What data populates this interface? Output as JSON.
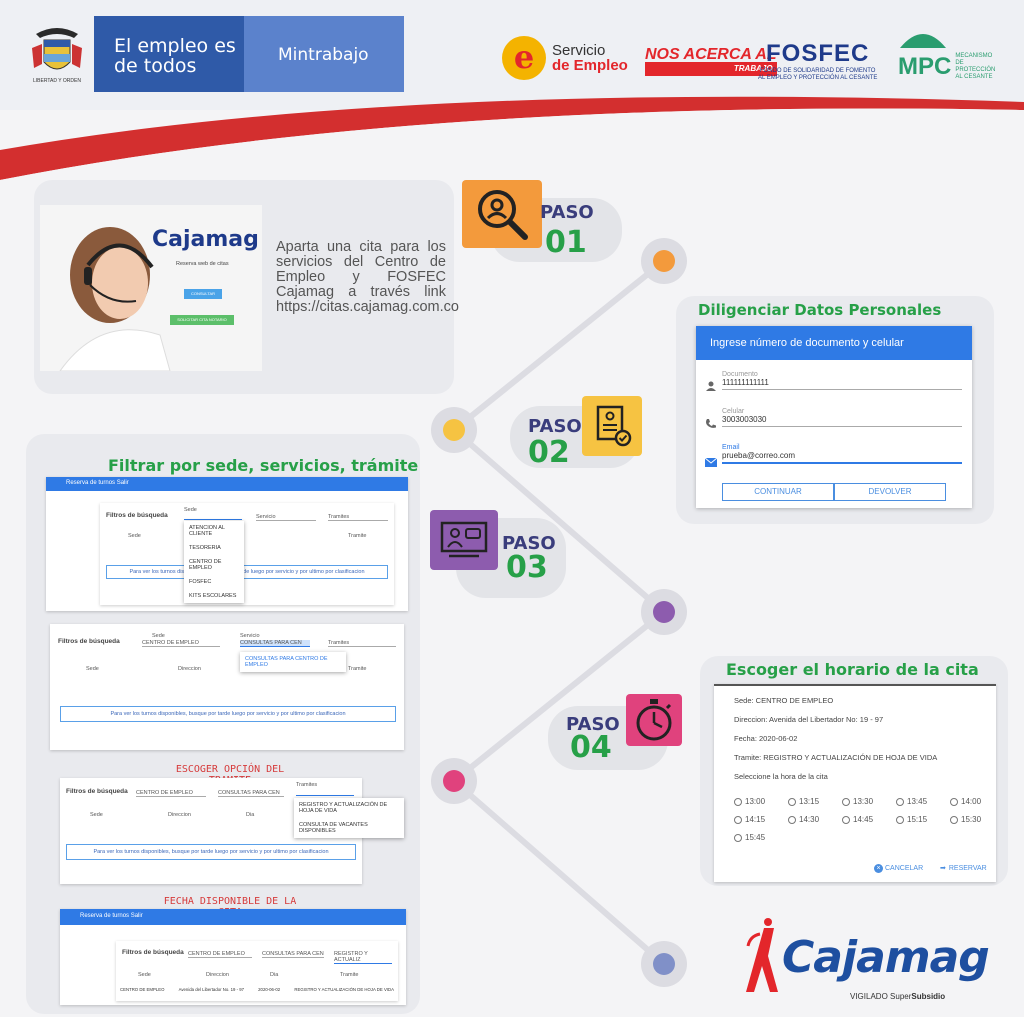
{
  "header": {
    "gov_left": "El empleo es de todos",
    "gov_right": "Mintrabajo",
    "servicio_empleo": {
      "line1": "Servicio",
      "line2": "de Empleo",
      "letter": "e"
    },
    "nos_acerca": {
      "line1": "NOS ACERCA AL",
      "line2": "TRABAJO"
    },
    "fosfec": {
      "name": "FOSFEC",
      "sub1": "FONDO DE SOLIDARIDAD DE FOMENTO",
      "sub2": "AL EMPLEO Y PROTECCIÓN AL CESANTE"
    },
    "mpc": {
      "name": "MPC",
      "sub": "MECANISMO DE PROTECCIÓN AL CESANTE"
    }
  },
  "step1": {
    "paso": "PASO",
    "num": "01",
    "text": "Aparta una cita para los servicios del Centro de Empleo y FOSFEC Cajamag a través link https://citas.cajamag.com.co",
    "photo": {
      "brand": "Cajamag",
      "subtitle": "Reserva web de citas",
      "btn1": "CONSULTAR",
      "btn2": "SOLICITAR CITA NOTARIO"
    }
  },
  "step2": {
    "paso": "PASO",
    "num": "02",
    "title": "Diligenciar Datos Personales",
    "form": {
      "header": "Ingrese número de documento y celular",
      "doc_label": "Documento",
      "doc_value": "111111111111",
      "cel_label": "Celular",
      "cel_value": "3003003030",
      "email_label": "Email",
      "email_value": "prueba@correo.com",
      "btn_continue": "CONTINUAR",
      "btn_back": "DEVOLVER"
    }
  },
  "step3": {
    "paso": "PASO",
    "num": "03",
    "title": "Filtrar por sede, servicios, trámite",
    "shot1": {
      "bar": "Reserva de turnos Salir",
      "filters_title": "Filtros de búsqueda",
      "sede_label": "Sede",
      "servicio": "Servicio",
      "tramite": "Tramites",
      "options": [
        "ATENCION AL CLIENTE",
        "TESORERIA",
        "CENTRO DE EMPLEO",
        "FOSFEC",
        "KITS ESCOLARES"
      ],
      "col_sede": "Sede",
      "col_tramite": "Tramite",
      "info": "Para ver los turnos disponibles, busque por tarde luego por servicio y por ultimo por clasificacion"
    },
    "shot2": {
      "filters_title": "Filtros de búsqueda",
      "sede_label": "Sede",
      "sede_value": "CENTRO DE EMPLEO",
      "servicio_label": "Servicio",
      "servicio_value": "CONSULTAS PARA CEN",
      "tramite": "Tramites",
      "option": "CONSULTAS PARA CENTRO DE EMPLEO",
      "col_sede": "Sede",
      "col_direccion": "Direccion",
      "col_tramite": "Tramite",
      "info": "Para ver los turnos disponibles, busque por tarde luego por servicio y por ultimo por clasificacion"
    },
    "label3": "ESCOGER OPCIÓN DEL TRAMITE",
    "shot3": {
      "filters_title": "Filtros de búsqueda",
      "sede_value": "CENTRO DE EMPLEO",
      "servicio_value": "CONSULTAS PARA CEN",
      "tramite_label": "Tramites",
      "options": [
        "REGISTRO Y ACTUALIZACIÓN DE HOJA DE VIDA",
        "CONSULTA DE VACANTES DISPONIBLES"
      ],
      "col_sede": "Sede",
      "col_direccion": "Direccion",
      "col_dia": "Dia",
      "info": "Para ver los turnos disponibles, busque por tarde luego por servicio y por ultimo por clasificacion"
    },
    "label4": "FECHA DISPONIBLE DE LA CITA",
    "shot4": {
      "bar": "Reserva de turnos Salir",
      "filters_title": "Filtros de búsqueda",
      "sede_value": "CENTRO DE EMPLEO",
      "servicio_value": "CONSULTAS PARA CEN",
      "tramite_value": "REGISTRO Y ACTUALIZ",
      "col_sede": "Sede",
      "col_direccion": "Direccion",
      "col_dia": "Dia",
      "col_tramite": "Tramite",
      "row": [
        "CENTRO DE EMPLEO",
        "Avenida del Libertador No. 19 - 97",
        "2020-06-02",
        "REGISTRO Y ACTUALIZACIÓN DE HOJA DE VIDA"
      ]
    }
  },
  "step4": {
    "paso": "PASO",
    "num": "04",
    "title": "Escoger el horario de la cita",
    "sede": "Sede: CENTRO DE EMPLEO",
    "direccion": "Direccion: Avenida del Libertador No: 19 - 97",
    "fecha": "Fecha: 2020-06-02",
    "tramite": "Tramite: REGISTRO Y ACTUALIZACIÓN DE HOJA DE VIDA",
    "prompt": "Seleccione la hora de la cita",
    "slots": [
      "13:00",
      "13:15",
      "13:30",
      "13:45",
      "14:00",
      "14:15",
      "14:30",
      "14:45",
      "15:15",
      "15:30",
      "15:45"
    ],
    "cancel": "CANCELAR",
    "reserve": "RESERVAR"
  },
  "footer": {
    "brand": "Cajamag",
    "vigilado": "VIGILADO",
    "super": "Super",
    "subsidio": "Subsidio"
  },
  "colors": {
    "green": "#27a048",
    "navy": "#3a3d7c",
    "orange": "#f39a3c",
    "yellow": "#f6c342",
    "purple": "#8d5cae",
    "pink": "#e0427d",
    "blue": "#2f7ae5"
  }
}
